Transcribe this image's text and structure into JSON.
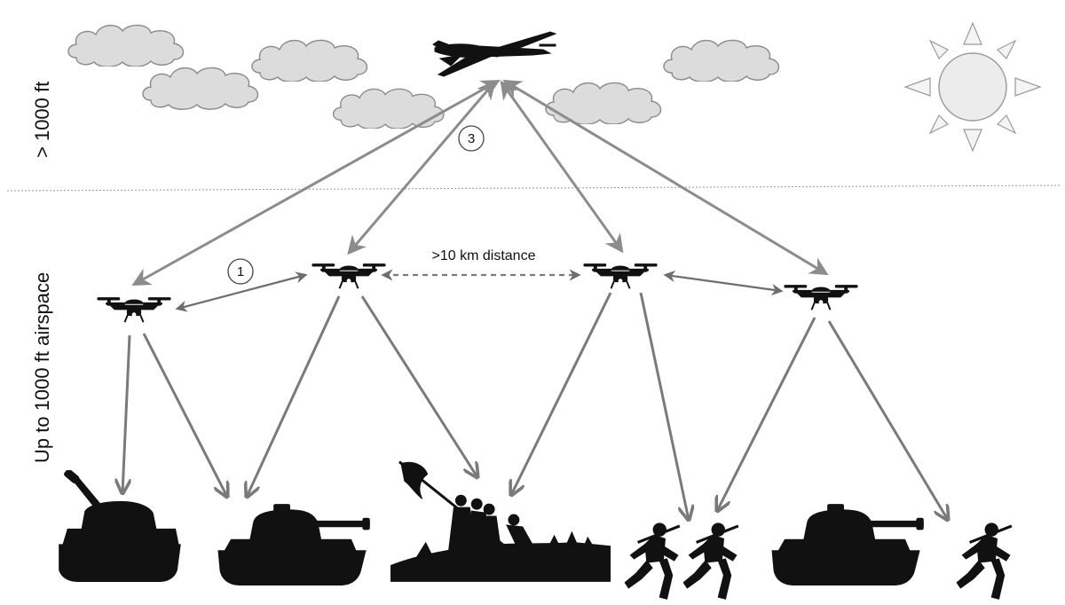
{
  "labels": {
    "high_altitude": "> 1000 ft",
    "low_altitude": "Up to 1000 ft airspace",
    "distance": ">10 km distance",
    "link_one": "1",
    "link_three": "3"
  },
  "icons": {
    "uav": "predator-drone-icon",
    "quadcopter": "quadcopter-icon",
    "cloud": "cloud-icon",
    "sun": "sun-icon",
    "tank": "tank-icon",
    "soldier": "soldier-icon",
    "flag_raising": "flag-raising-icon"
  },
  "colors": {
    "arrow": "#8c8c8c",
    "arrow_dark": "#666666",
    "cloud_fill": "#dcdcdc",
    "cloud_stroke": "#8a8a8a",
    "silhouette": "#111111",
    "sun_fill": "#ececec"
  }
}
